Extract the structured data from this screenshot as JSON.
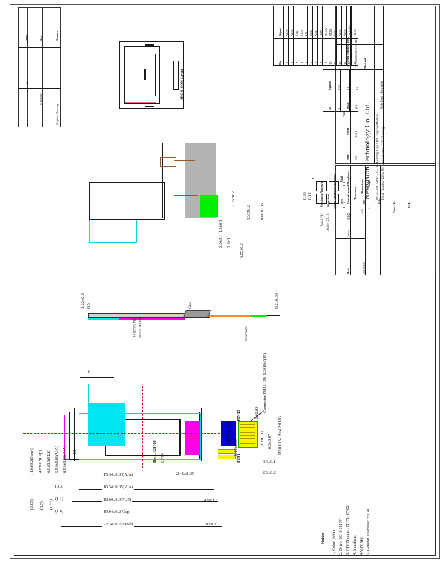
{
  "document": {
    "kind": "engineering-drawing",
    "company": "Newvision Technology Co.,Ltd.",
    "title_line1": "N075-28815WKG01-C15 Folding Type OEL Display Module",
    "title_line2": "Pixel Number 128 x 88, Monochrome, COG Package",
    "title_label": "Title",
    "drawing_number_label": "Drawing Number",
    "drawing_number": "NFD-2081WKG01-C15",
    "material_label": "Material",
    "material": "Soda Lime / Polyimide",
    "rev_label": "Rev.",
    "rev": "A",
    "scale_label": "Scale",
    "scale": "1:1",
    "sheet_label": "Sheet",
    "sheet": "1 of 1",
    "size_label": "Size",
    "size": "A3"
  },
  "units_block": {
    "header": "Unless Otherwise Specified",
    "unit_label": "Unit",
    "unit_value": "mm",
    "projection_label": "General Roughness",
    "tolerance_label": "Tolerance",
    "dimensions_label": "Dimensions",
    "dimensions_value": "±0.3",
    "angle_label": "Angle",
    "angle_value": "±1"
  },
  "approval": {
    "customer_label": "Customer Approval",
    "signature_label": "Signature",
    "drawn_label": "Drawn",
    "drawn_value": "Jason",
    "checked_label": "By",
    "date_label": "Date",
    "date_value": "20191028",
    "ee_label": "E.E.",
    "panel_label": "Panel / E.",
    "pm_label": "P.M."
  },
  "revision_table": {
    "headers": [
      "Item",
      "Date",
      "Remark"
    ],
    "rows": [
      {
        "item": "A",
        "date": "20191028",
        "remark": "Original Drawing"
      }
    ]
  },
  "pin_table": {
    "headers": [
      "Pin",
      "Signal"
    ],
    "rows": [
      {
        "no": "1",
        "signal": "VDD"
      },
      {
        "no": "2",
        "signal": "VDD"
      },
      {
        "no": "3",
        "signal": "IM2"
      },
      {
        "no": "4",
        "signal": "IREF"
      },
      {
        "no": "5",
        "signal": "CS"
      },
      {
        "no": "6",
        "signal": "RES"
      },
      {
        "no": "7",
        "signal": "VSL"
      },
      {
        "no": "8",
        "signal": "VSS"
      },
      {
        "no": "9",
        "signal": "SCLK"
      },
      {
        "no": "10",
        "signal": "SDIN"
      },
      {
        "no": "11",
        "signal": "VSS"
      },
      {
        "no": "12",
        "signal": "VDD"
      },
      {
        "no": "13",
        "signal": "VDD"
      },
      {
        "no": "14",
        "signal": "VCOMH"
      },
      {
        "no": "15",
        "signal": "VDD"
      }
    ]
  },
  "pin_table_small": {
    "headers": [
      "No",
      "Symbol"
    ],
    "rows": [
      {
        "no": "1",
        "symbol": "VSS"
      },
      {
        "no": "2",
        "symbol": "T1"
      },
      {
        "no": "3",
        "symbol": "T2"
      }
    ]
  },
  "notes": {
    "heading": "Notes:",
    "items": [
      "1. Color: White",
      "2. Driver IC: SH1107",
      "3. FPC Number: NFP1107-02",
      "4. Interface:",
      "    4-wire SPI",
      "5. General Tolerance: ±0.30"
    ]
  },
  "views": {
    "seg_com_layout": "SEG & COM Layout",
    "detail_a": "Detail \"A\"",
    "detail_a_scale": "Scale (25:1)",
    "dots_label": "Dots:128*88",
    "dots_pitch": "0.73*",
    "glue_label": "Glue",
    "tape_label": "3M 9151B #1\n6X1X0.05mm",
    "contact_side": "Contact Side",
    "connector_label": "Connector:FH26-15S-0.3SHW(15)",
    "pin1_label": "PIN1",
    "pin15_label": "PIN15",
    "backing_label": "Backing Tape"
  },
  "detail_dims": {
    "d1": "0.1",
    "d2": "0.12",
    "d3": "0.02",
    "d4": "0.12",
    "d5": "0.02",
    "d6": "0.1"
  },
  "dimensions": {
    "front_vertical": [
      "14.6±0.2(Panel)",
      "14.6±0.2(Cap)",
      "16.6±0.3(PLZ)",
      "15.54±0.05(V/A)",
      "10.54±0.03(A/A)",
      "10"
    ],
    "front_vertical_small": [
      "(2.03)",
      "(0.5)",
      "(1.53)"
    ],
    "front_offsets": [
      "(0.3)",
      "(1.1)",
      "(1.6)"
    ],
    "front_horizontal": [
      "15.34±0.03(A/A)",
      "16.34±0.05(V/A)",
      "18.64±0.3(PLZ)",
      "19.04±0.2(Cap)",
      "22.34±0.2(Panel)"
    ],
    "bottom": "10±0.2",
    "right_small": [
      "2±0.05",
      "4.9±0.2",
      "2.46±0.05",
      "6"
    ],
    "connector_dims": [
      "0.3±0.03",
      "0.3±0.07",
      "0.3±0.1",
      "2.5±0.2",
      "P1.0X15-1P=4.2±0.03",
      "0.14±0.03"
    ],
    "right_view": [
      "7.35±0.2",
      "8.55±0.2",
      "4.80±0.05",
      "3.3±0.1",
      "5.25±0.2",
      "2.9±0.1",
      "1.3±0.1"
    ],
    "side_view": [
      "1.22±0.2",
      "0.5",
      "0.2±0.03"
    ]
  }
}
